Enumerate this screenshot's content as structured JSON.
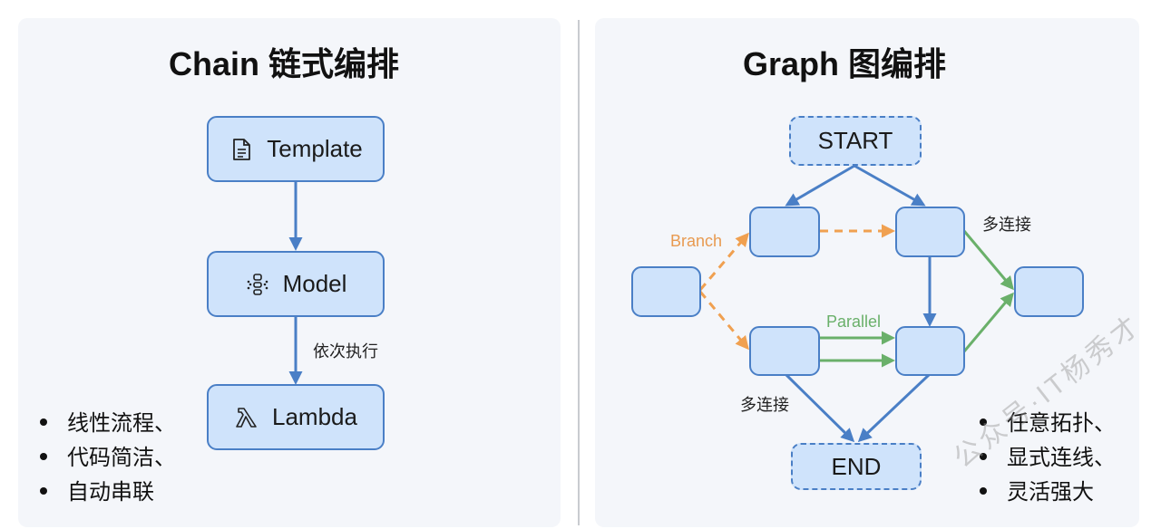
{
  "colors": {
    "node_fill": "#cfe3fb",
    "node_border": "#4a7fc6",
    "blue_edge": "#4a7fc6",
    "branch_edge": "#f0a050",
    "parallel_edge": "#6ab06a",
    "panel_bg": "#f4f6fa"
  },
  "left": {
    "title": "Chain 链式编排",
    "nodes": [
      {
        "id": "template",
        "label": "Template",
        "icon": "document-icon"
      },
      {
        "id": "model",
        "label": "Model",
        "icon": "flowchart-icon"
      },
      {
        "id": "lambda",
        "label": "Lambda",
        "icon": "lambda-icon"
      }
    ],
    "edge_label": "依次执行",
    "bullets": [
      "线性流程、",
      "代码简洁、",
      "自动串联"
    ]
  },
  "right": {
    "title": "Graph 图编排",
    "start_label": "START",
    "end_label": "END",
    "branch_label": "Branch",
    "parallel_label": "Parallel",
    "multi_connect_top": "多连接",
    "multi_connect_bottom": "多连接",
    "bullets": [
      "任意拓扑、",
      "显式连线、",
      "灵活强大"
    ]
  },
  "watermark": "公众号·IT杨秀才"
}
